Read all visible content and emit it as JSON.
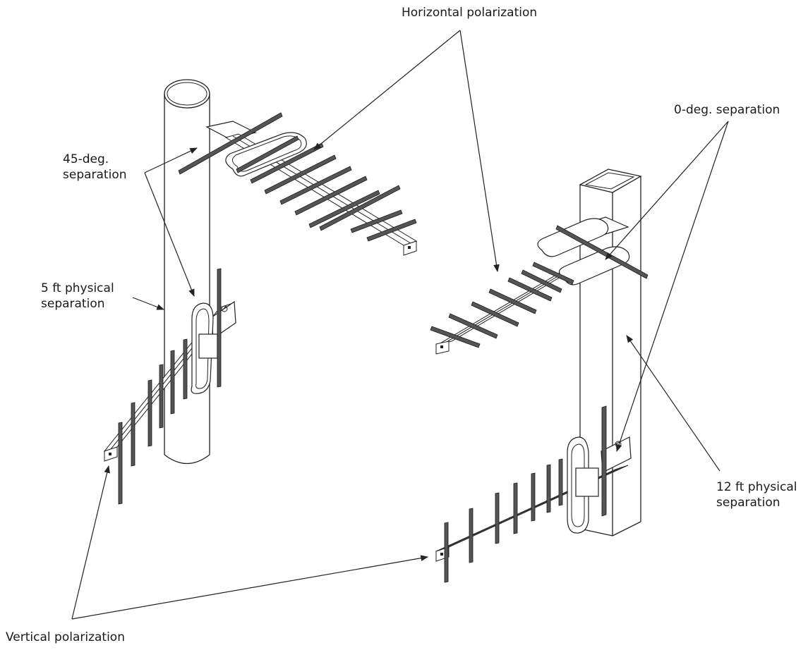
{
  "labels": {
    "horizontal_polarization": "Horizontal polarization",
    "zero_deg_separation": "0-deg. separation",
    "forty_five_deg_line1": "45-deg.",
    "forty_five_deg_line2": "separation",
    "five_ft_line1": "5 ft physical",
    "five_ft_line2": "separation",
    "twelve_ft_line1": "12 ft physical",
    "twelve_ft_line2": "separation",
    "vertical_polarization": "Vertical polarization"
  },
  "colors": {
    "line": "#222222",
    "element_fill": "#555555",
    "background": "#ffffff"
  }
}
